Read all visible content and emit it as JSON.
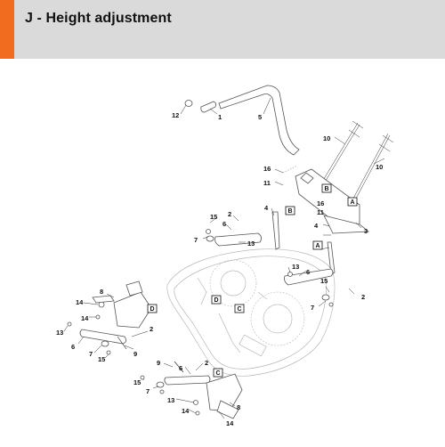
{
  "header": {
    "title": "J - Height adjustment",
    "accent_color": "#f26c1f",
    "background": "#dadada"
  },
  "labels": {
    "l12": "12",
    "l1": "1",
    "l5": "5",
    "l10a": "10",
    "l10b": "10",
    "l16a": "16",
    "l11a": "11",
    "l16b": "16",
    "l11b": "11",
    "l4a": "4",
    "l4b": "4",
    "l3": "3",
    "l15a": "15",
    "l2a": "2",
    "l6a": "6",
    "l7a": "7",
    "l13a": "13",
    "l13b": "13",
    "l6b": "6",
    "l15b": "15",
    "l2b": "2",
    "l7b": "7",
    "l8a": "8",
    "l14a": "14",
    "l14b": "14",
    "l13c": "13",
    "l2c": "2",
    "l6c": "6",
    "l7c": "7",
    "l15c": "15",
    "l9a": "9",
    "l9b": "9",
    "l6d": "6",
    "l2d": "2",
    "l15d": "15",
    "l7d": "7",
    "l13d": "13",
    "l14c": "14",
    "l8b": "8",
    "l14d": "14"
  },
  "boxes": {
    "A1": "A",
    "A2": "A",
    "B1": "B",
    "B2": "B",
    "C1": "C",
    "C2": "C",
    "D1": "D",
    "D2": "D"
  }
}
